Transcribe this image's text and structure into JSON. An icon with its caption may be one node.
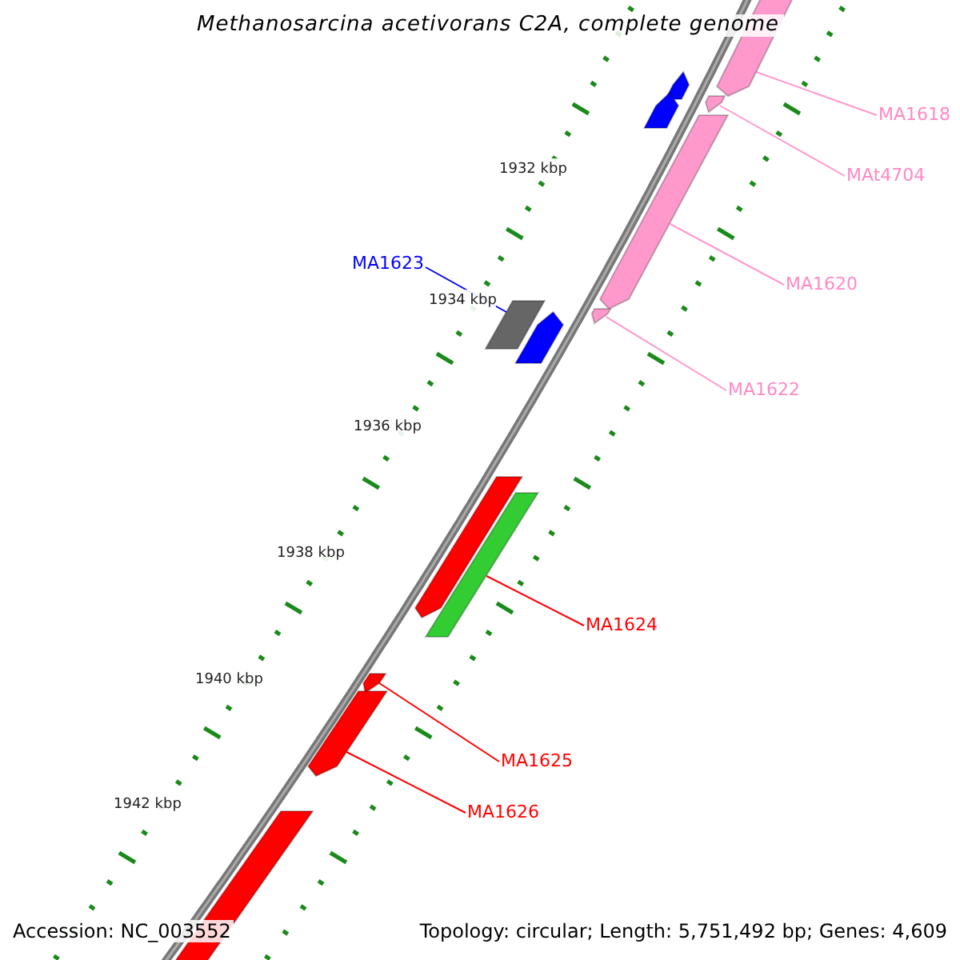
{
  "diagram": {
    "title": "Methanosarcina acetivorans C2A, complete genome",
    "nodes": [
      {
        "text": [],
        "shape": "bar"
      },
      {
        "text": [],
        "shape": "bar"
      },
      {
        "text": [],
        "shape": "bar"
      },
      {
        "text": [
          "MA1618"
        ]
      },
      {
        "text": [],
        "shape": "bar"
      },
      {
        "text": [
          "MAt4704"
        ]
      },
      {
        "text": [],
        "shape": "bar"
      },
      {
        "text": [
          "MA1623"
        ]
      },
      {
        "text": [
          "MA1620"
        ]
      },
      {
        "text": [],
        "shape": "box"
      },
      {
        "text": [],
        "shape": "bar"
      },
      {
        "text": [],
        "shape": "bar"
      },
      {
        "text": [
          "MA1622"
        ]
      },
      {
        "text": [],
        "shape": "bar"
      },
      {
        "text": [],
        "shape": "bar"
      },
      {
        "text": [
          "MA1624"
        ]
      },
      {
        "text": [],
        "shape": "bar"
      },
      {
        "text": [],
        "shape": "bar"
      },
      {
        "text": [
          "MA1625"
        ]
      },
      {
        "text": [
          "MA1626"
        ]
      },
      {
        "text": [],
        "shape": "bar"
      }
    ],
    "edges": [
      {
        "from": 3,
        "to": 0,
        "arrow": "none"
      },
      {
        "from": 5,
        "to": 4,
        "arrow": "none"
      },
      {
        "from": 8,
        "to": 6,
        "arrow": "none"
      },
      {
        "from": 7,
        "to": 9,
        "arrow": "none",
        "color": "#0000ff"
      },
      {
        "from": 12,
        "to": 10,
        "arrow": "none"
      },
      {
        "from": 15,
        "to": 14,
        "arrow": "none",
        "color": "#ff0000"
      },
      {
        "from": 18,
        "to": 16,
        "arrow": "none",
        "color": "#ff0000"
      },
      {
        "from": 19,
        "to": 17,
        "arrow": "none",
        "color": "#ff0000"
      }
    ],
    "labels": [
      "1932 kbp",
      "1934 kbp",
      "1936 kbp",
      "1938 kbp",
      "1940 kbp",
      "1942 kbp",
      "Accession: NC_003552",
      "Topology: circular; Length: 5,751,492 bp; Genes: 4,609"
    ]
  }
}
